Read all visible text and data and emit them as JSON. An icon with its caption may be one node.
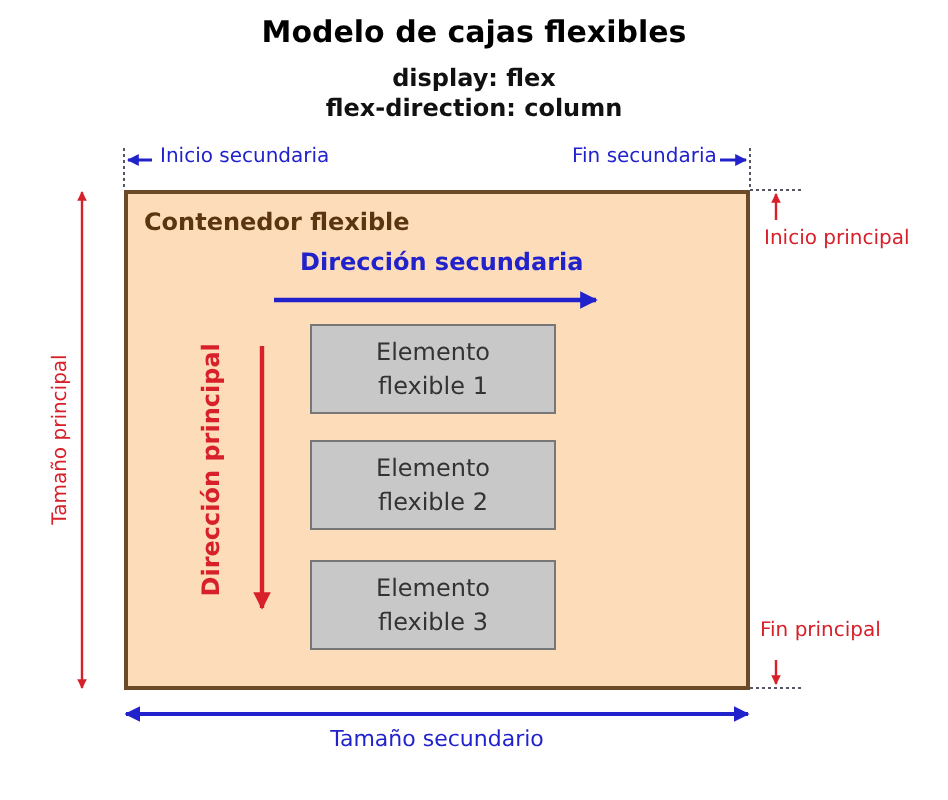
{
  "diagram": {
    "title": "Modelo de cajas flexibles",
    "nodes": [
      {
        "text": [
          "Contenedor flexible"
        ]
      },
      {
        "text": [
          "Elemento flexible 1"
        ],
        "in": 0
      },
      {
        "text": [
          "Elemento flexible 2"
        ],
        "in": 0
      },
      {
        "text": [
          "Elemento flexible 3"
        ],
        "in": 0
      }
    ],
    "edges": [],
    "labels": [
      "display: flex",
      "flex-direction: column",
      "Inicio secundaria",
      "Fin secundaria",
      "Tamaño principal",
      "Inicio principal",
      "Dirección secundaria",
      "Dirección principal",
      "Fin principal",
      "Tamaño secundario"
    ]
  }
}
